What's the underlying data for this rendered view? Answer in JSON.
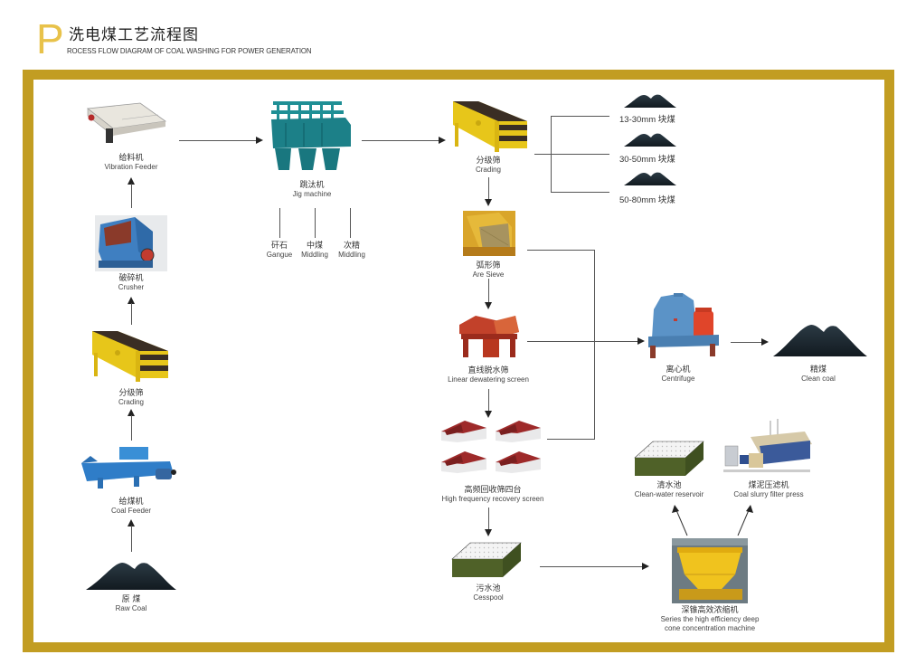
{
  "header": {
    "initial": "P",
    "title_cn": "洗电煤工艺流程图",
    "title_en": "ROCESS FLOW DIAGRAM OF COAL WASHING FOR POWER GENERATION"
  },
  "colors": {
    "frame_gold": "#c29d22",
    "initial_gold": "#e8c24a",
    "coal_black": "#1c2a33",
    "pool_green": "#4f6128"
  },
  "nodes": {
    "vibration_feeder": {
      "cn": "给料机",
      "en": "Vibration Feeder",
      "icon": "vibration-feeder-machine"
    },
    "crusher": {
      "cn": "破碎机",
      "en": "Crusher",
      "icon": "crusher-machine"
    },
    "crading_left": {
      "cn": "分级筛",
      "en": "Crading",
      "icon": "grading-screen-machine"
    },
    "coal_feeder": {
      "cn": "给煤机",
      "en": "Coal Feeder",
      "icon": "coal-feeder-machine"
    },
    "raw_coal": {
      "cn": "原 煤",
      "en": "Raw Coal",
      "icon": "coal-pile"
    },
    "jig_machine": {
      "cn": "跳汰机",
      "en": "Jig machine",
      "icon": "jig-machine"
    },
    "gangue": {
      "cn": "矸石",
      "en": "Gangue"
    },
    "middling_1": {
      "cn": "中煤",
      "en": "Middling"
    },
    "middling_2": {
      "cn": "次精",
      "en": "Middling"
    },
    "crading_right": {
      "cn": "分级筛",
      "en": "Crading",
      "icon": "grading-screen-machine"
    },
    "are_sieve": {
      "cn": "弧形筛",
      "en": "Are Sieve",
      "icon": "arc-sieve-machine"
    },
    "linear_dewatering": {
      "cn": "直线脱水筛",
      "en": "Linear dewatering screen",
      "icon": "dewatering-screen-machine"
    },
    "high_freq": {
      "cn": "高频回收筛四台",
      "en": "High frequency recovery screen",
      "icon": "recovery-screen-machines"
    },
    "cesspool": {
      "cn": "污水池",
      "en": "Cesspool",
      "icon": "pool-box"
    },
    "centrifuge": {
      "cn": "离心机",
      "en": "Centrifuge",
      "icon": "centrifuge-machine"
    },
    "clean_coal": {
      "cn": "精煤",
      "en": "Clean coal",
      "icon": "coal-pile"
    },
    "clean_water": {
      "cn": "清水池",
      "en": "Clean-water reservoir",
      "icon": "pool-box"
    },
    "filter_press": {
      "cn": "煤泥压滤机",
      "en": "Coal slurry filter press",
      "icon": "filter-press-machine"
    },
    "thickener": {
      "cn": "深锥高效浓缩机",
      "en1": "Series the high efficiency deep",
      "en2": "cone concentration machine",
      "icon": "thickener-machine"
    }
  },
  "products": [
    {
      "label": "13-30mm 块煤"
    },
    {
      "label": "30-50mm 块煤"
    },
    {
      "label": "50-80mm 块煤"
    }
  ]
}
